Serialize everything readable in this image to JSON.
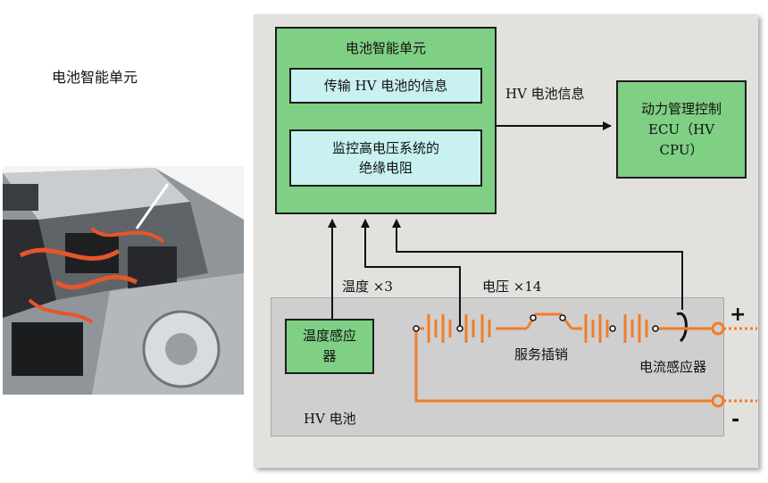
{
  "caption": "电池智能单元",
  "diagram": {
    "unit_title": "电池智能单元",
    "function_1": "传输 HV 电池的信息",
    "function_2": "监控高电压系统的绝缘电阻",
    "hv_info_label": "HV 电池信息",
    "ecu_label": "动力管理控制 ECU（HV CPU）",
    "temperature_label": "温度 ×3",
    "voltage_label": "电压 ×14",
    "temp_sensor": "温度感应器",
    "service_plug": "服务插销",
    "current_sensor": "电流感应器",
    "battery_label": "HV 电池",
    "plus": "+",
    "minus": "-"
  },
  "colors": {
    "green": "#7fcf84",
    "cyan": "#c9f1f1",
    "orange": "#f07d2a",
    "panel": "#e3e1dd",
    "battery_fill": "#cfcfcf"
  }
}
